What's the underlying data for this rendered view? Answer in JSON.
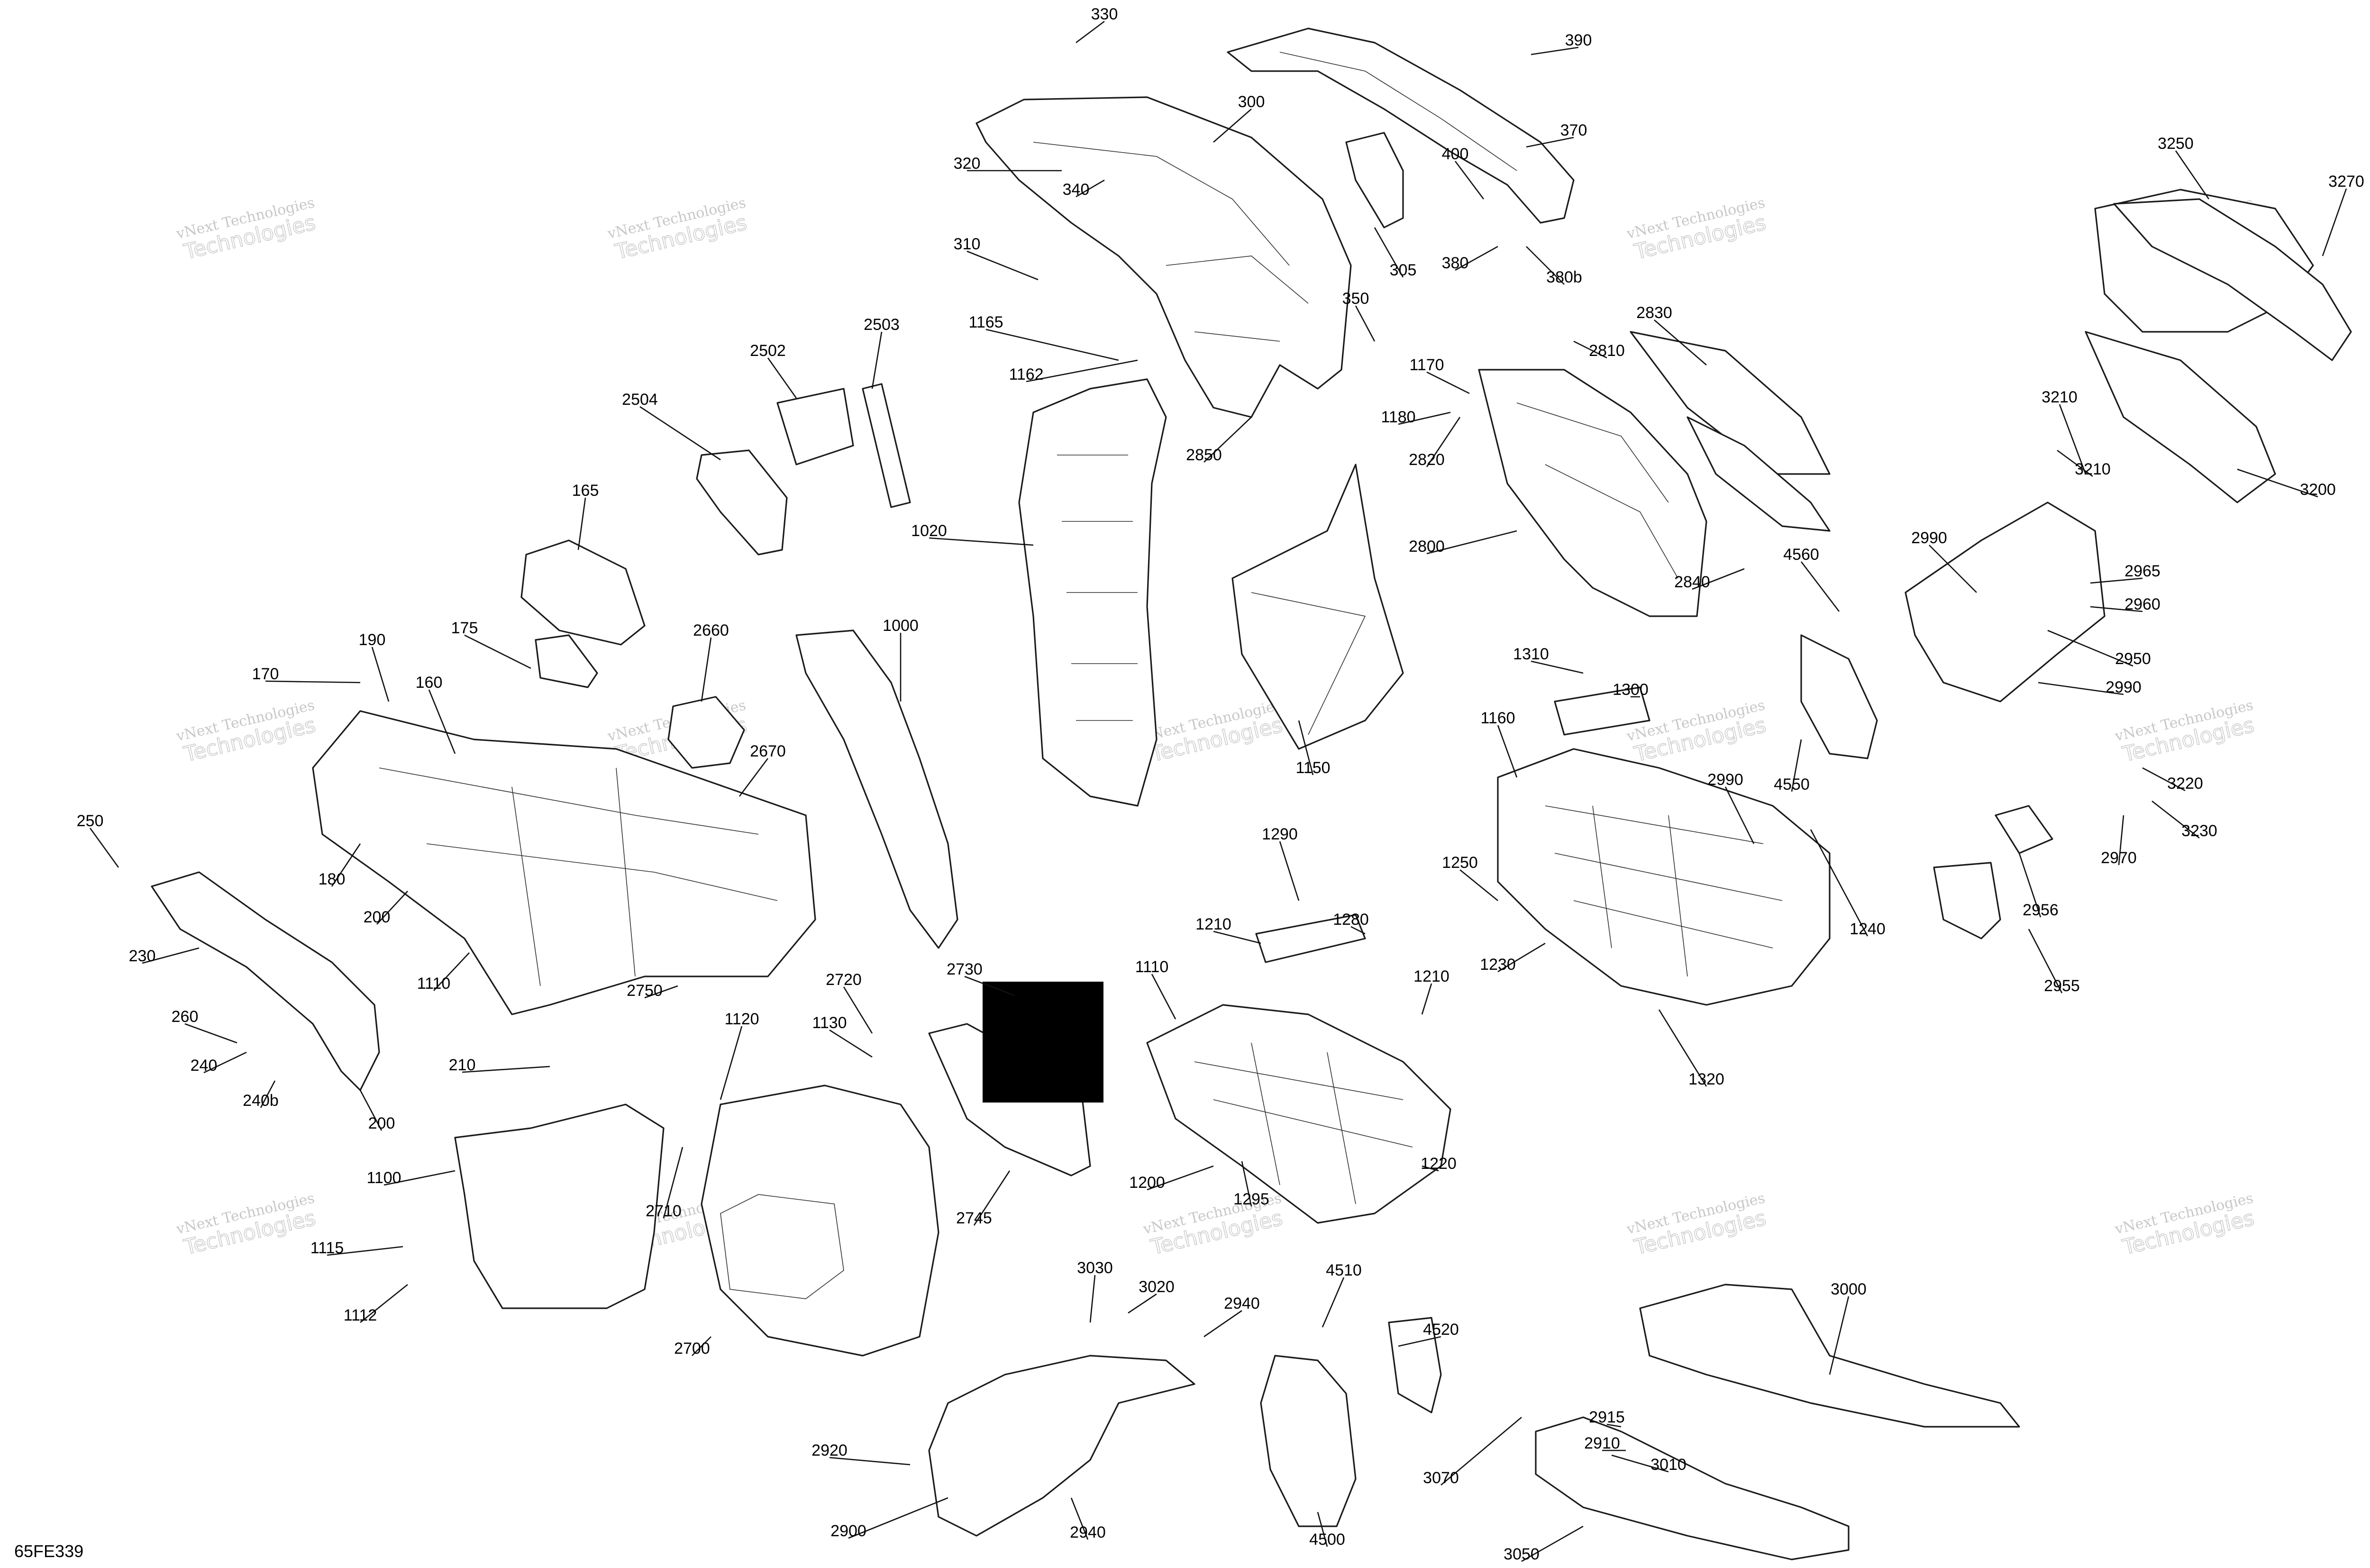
{
  "diagram": {
    "code": "65FE339",
    "watermark": {
      "line1": "vNext Technologies",
      "line2": "Technologies"
    },
    "labels": [
      {
        "id": "330"
      },
      {
        "id": "390"
      },
      {
        "id": "300"
      },
      {
        "id": "370"
      },
      {
        "id": "320"
      },
      {
        "id": "340"
      },
      {
        "id": "400"
      },
      {
        "id": "310"
      },
      {
        "id": "305"
      },
      {
        "id": "380"
      },
      {
        "id": "380b"
      },
      {
        "id": "1165"
      },
      {
        "id": "350"
      },
      {
        "id": "1162"
      },
      {
        "id": "2502"
      },
      {
        "id": "2503"
      },
      {
        "id": "2504"
      },
      {
        "id": "1170"
      },
      {
        "id": "2810"
      },
      {
        "id": "2830"
      },
      {
        "id": "1180"
      },
      {
        "id": "2820"
      },
      {
        "id": "2850"
      },
      {
        "id": "165"
      },
      {
        "id": "1020"
      },
      {
        "id": "2800"
      },
      {
        "id": "2840"
      },
      {
        "id": "3250"
      },
      {
        "id": "3270"
      },
      {
        "id": "3210"
      },
      {
        "id": "3210"
      },
      {
        "id": "3200"
      },
      {
        "id": "4560"
      },
      {
        "id": "2990"
      },
      {
        "id": "2965"
      },
      {
        "id": "2960"
      },
      {
        "id": "2950"
      },
      {
        "id": "2990"
      },
      {
        "id": "190"
      },
      {
        "id": "175"
      },
      {
        "id": "2660"
      },
      {
        "id": "1000"
      },
      {
        "id": "170"
      },
      {
        "id": "160"
      },
      {
        "id": "1310"
      },
      {
        "id": "1300"
      },
      {
        "id": "1160"
      },
      {
        "id": "4550"
      },
      {
        "id": "2670"
      },
      {
        "id": "1150"
      },
      {
        "id": "2990"
      },
      {
        "id": "3220"
      },
      {
        "id": "3230"
      },
      {
        "id": "2970"
      },
      {
        "id": "250"
      },
      {
        "id": "180"
      },
      {
        "id": "1290"
      },
      {
        "id": "1250"
      },
      {
        "id": "1240"
      },
      {
        "id": "2956"
      },
      {
        "id": "200"
      },
      {
        "id": "230"
      },
      {
        "id": "1210"
      },
      {
        "id": "1280"
      },
      {
        "id": "1230"
      },
      {
        "id": "1110"
      },
      {
        "id": "2730"
      },
      {
        "id": "2720"
      },
      {
        "id": "1210"
      },
      {
        "id": "2955"
      },
      {
        "id": "2750"
      },
      {
        "id": "1110"
      },
      {
        "id": "260"
      },
      {
        "id": "1120"
      },
      {
        "id": "1130"
      },
      {
        "id": "1320"
      },
      {
        "id": "240"
      },
      {
        "id": "210"
      },
      {
        "id": "240b"
      },
      {
        "id": "200"
      },
      {
        "id": "1220"
      },
      {
        "id": "1100"
      },
      {
        "id": "2710"
      },
      {
        "id": "1200"
      },
      {
        "id": "2745"
      },
      {
        "id": "1295"
      },
      {
        "id": "1115"
      },
      {
        "id": "1112"
      },
      {
        "id": "3030"
      },
      {
        "id": "3020"
      },
      {
        "id": "2940"
      },
      {
        "id": "4510"
      },
      {
        "id": "3000"
      },
      {
        "id": "2700"
      },
      {
        "id": "4520"
      },
      {
        "id": "2915"
      },
      {
        "id": "2920"
      },
      {
        "id": "2910"
      },
      {
        "id": "3070"
      },
      {
        "id": "3010"
      },
      {
        "id": "2900"
      },
      {
        "id": "2940"
      },
      {
        "id": "4500"
      },
      {
        "id": "3050"
      }
    ]
  }
}
